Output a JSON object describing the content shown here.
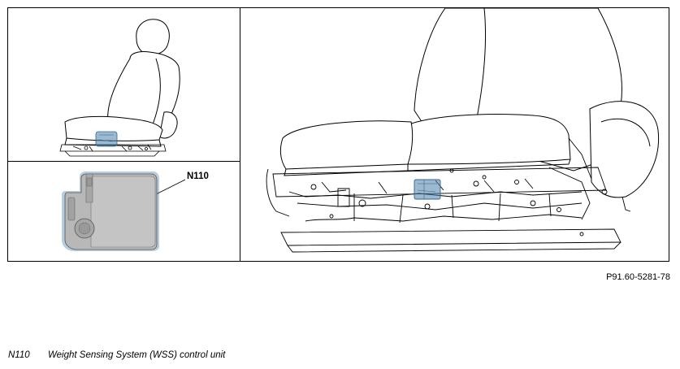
{
  "callout_label": "N110",
  "figure_id": "P91.60-5281-78",
  "legend": {
    "code": "N110",
    "description": "Weight Sensing System (WSS) control unit"
  },
  "colors": {
    "highlight": "#4a7fa8",
    "component_fill": "#b8b8b8",
    "line": "#000000"
  },
  "icons": [
    "seat-overview-illustration",
    "control-unit-illustration",
    "seat-detail-illustration"
  ]
}
